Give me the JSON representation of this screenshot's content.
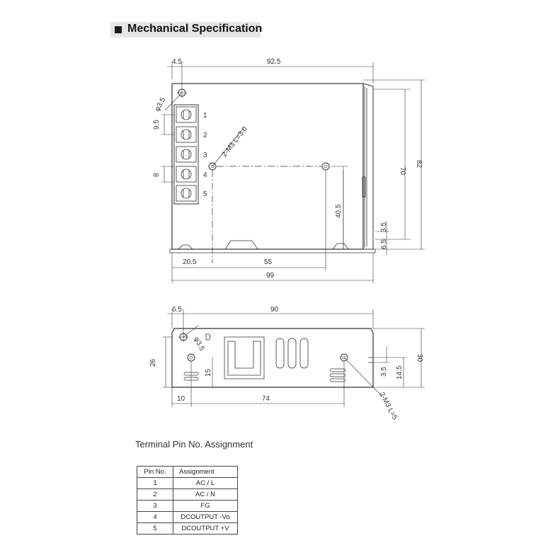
{
  "header": {
    "title": "Mechanical Specification"
  },
  "top_view": {
    "dims": {
      "d4_5": "4.5",
      "d92_5": "92.5",
      "phi3_5": "φ3.5",
      "d9_5": "9.5",
      "d8": "8",
      "screw": "2-M3 L=3.0",
      "d70": "70",
      "d82": "82",
      "d40_5": "40.5",
      "d3_5": "3.5",
      "d6_5": "6.5",
      "d20_5": "20.5",
      "d55": "55",
      "d99": "99"
    },
    "pins": [
      "1",
      "2",
      "3",
      "4",
      "5"
    ]
  },
  "side_view": {
    "dims": {
      "d6_5": "6.5",
      "d90": "90",
      "phi3_5": "φ3.5",
      "d26": "26",
      "d15": "15",
      "d3_5": "3.5",
      "d14_5": "14.5",
      "d30": "30",
      "d10": "10",
      "d74": "74",
      "screw": "2-M3 L=5"
    }
  },
  "assignment": {
    "title": "Terminal Pin No.  Assignment",
    "headers": [
      "Pin No.",
      "Assignment"
    ],
    "rows": [
      [
        "1",
        "AC / L"
      ],
      [
        "2",
        "AC / N"
      ],
      [
        "3",
        "FG"
      ],
      [
        "4",
        "DCOUTPUT  -Vo"
      ],
      [
        "5",
        "DCOUTPUT  +V"
      ]
    ]
  }
}
